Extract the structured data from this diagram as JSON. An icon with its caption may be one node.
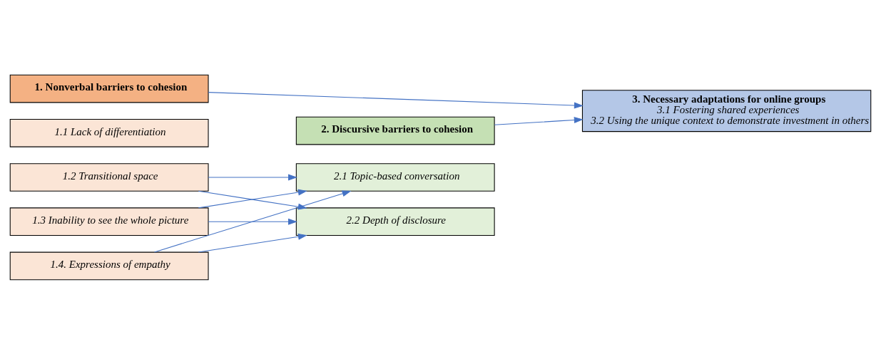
{
  "diagram": {
    "nodes": [
      {
        "text": [
          "1. Nonverbal barriers to cohesion"
        ]
      },
      {
        "text": [
          "1.1 Lack of differentiation"
        ]
      },
      {
        "text": [
          "1.2 Transitional space"
        ]
      },
      {
        "text": [
          "1.3 Inability to see the whole picture"
        ]
      },
      {
        "text": [
          "1.4. Expressions of empathy"
        ]
      },
      {
        "text": [
          "2. Discursive barriers to cohesion"
        ]
      },
      {
        "text": [
          "2.1 Topic-based conversation"
        ]
      },
      {
        "text": [
          "2.2 Depth of disclosure"
        ]
      },
      {
        "text": [
          "3. Necessary adaptations for online groups",
          "3.1 Fostering shared experiences",
          "3.2 Using the unique context to demonstrate investment in others"
        ]
      }
    ],
    "edges": [
      {
        "from": 0,
        "to": 8,
        "arrow": "to"
      },
      {
        "from": 2,
        "to": 6,
        "arrow": "to"
      },
      {
        "from": 2,
        "to": 7,
        "arrow": "to"
      },
      {
        "from": 3,
        "to": 6,
        "arrow": "to"
      },
      {
        "from": 3,
        "to": 7,
        "arrow": "to"
      },
      {
        "from": 4,
        "to": 6,
        "arrow": "to"
      },
      {
        "from": 4,
        "to": 7,
        "arrow": "to"
      },
      {
        "from": 5,
        "to": 8,
        "arrow": "to"
      }
    ]
  }
}
